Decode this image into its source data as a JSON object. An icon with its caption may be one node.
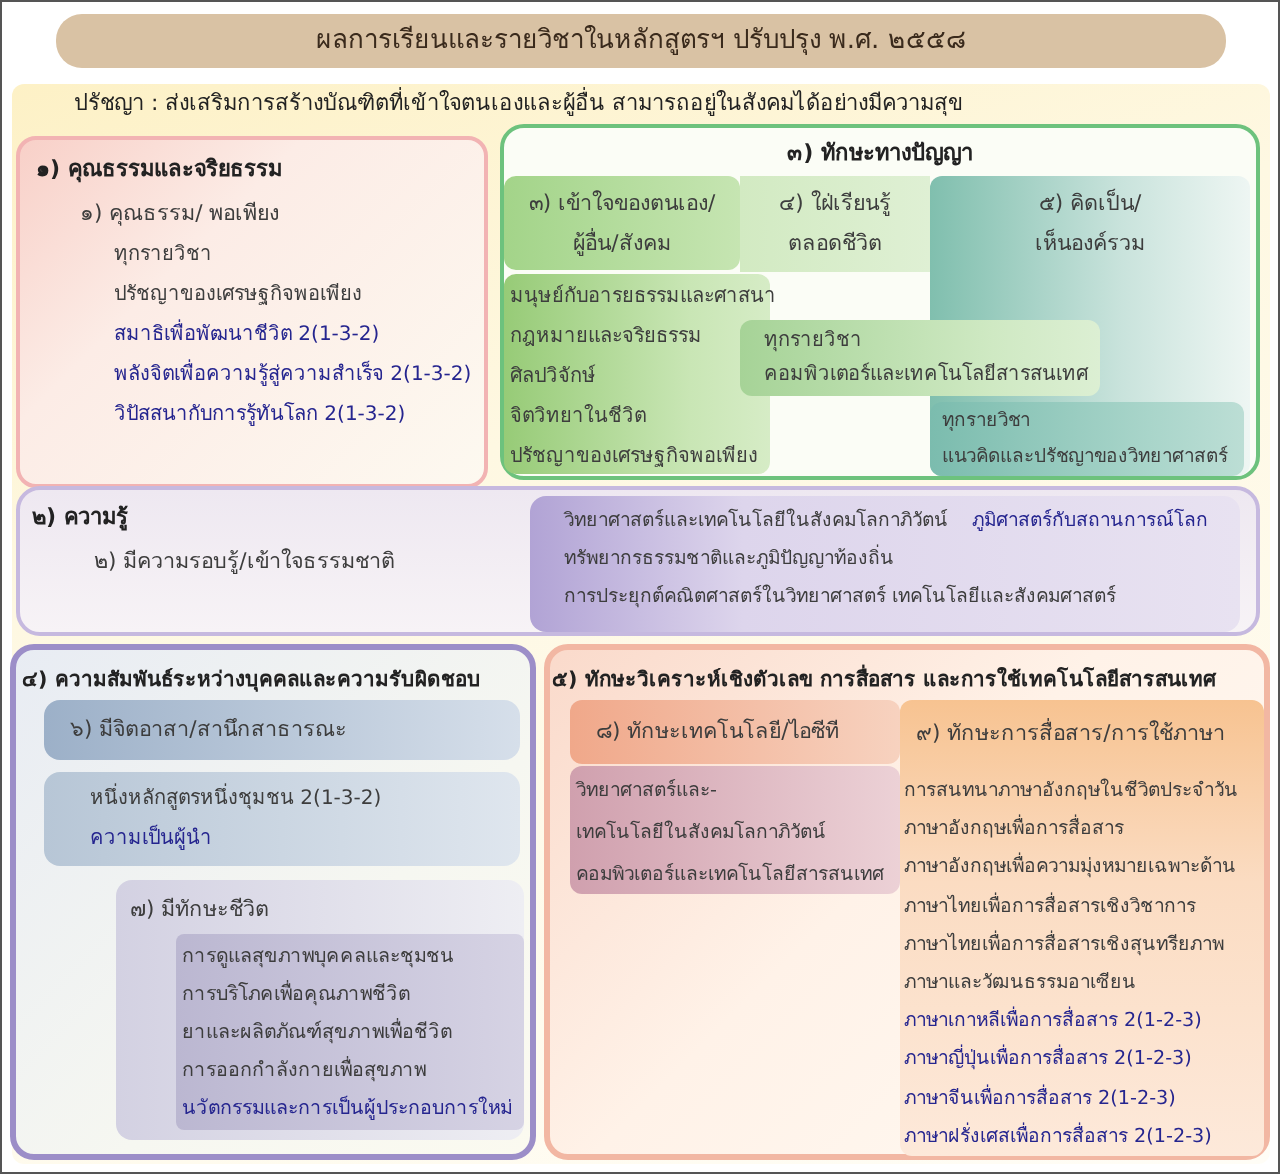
{
  "diagram": {
    "title": "ผลการเรียนและรายวิชาในหลักสูตรฯ ปรับปรุง พ.ศ. ๒๕๕๘",
    "nodes": [
      {
        "text": [
          "๑) คุณธรรมและจริยธรรม",
          "๑) คุณธรรม/ พอเพียง",
          "ทุกรายวิชา",
          "ปรัชญาของเศรษฐกิจพอเพียง",
          "สมาธิเพื่อพัฒนาชีวิต 2(1-3-2)",
          "พลังจิตเพื่อความรู้สู่ความสำเร็จ 2(1-3-2)",
          "วิปัสสนากับการรู้ทันโลก 2(1-3-2)"
        ]
      },
      {
        "text": [
          "๓) ทักษะทางปัญญา"
        ]
      },
      {
        "text": [
          "๓) เข้าใจของตนเอง/ ผู้อื่น/สังคม"
        ],
        "in": 1
      },
      {
        "text": [
          "๔) ใฝ่เรียนรู้ ตลอดชีวิต"
        ],
        "in": 1
      },
      {
        "text": [
          "๕) คิดเป็น/ เห็นองค์รวม"
        ],
        "in": 1
      },
      {
        "text": [
          "มนุษย์กับอารยธรรมและศาสนา",
          "กฎหมายและจริยธรรม",
          "ศิลปวิจักษ์",
          "จิตวิทยาในชีวิต",
          "ปรัชญาของเศรษฐกิจพอเพียง"
        ],
        "in": 1
      },
      {
        "text": [
          "ทุกรายวิชา",
          "คอมพิวเตอร์และเทคโนโลยีสารสนเทศ"
        ],
        "in": 1
      },
      {
        "text": [
          "ทุกรายวิชา",
          "แนวคิดและปรัชญาของวิทยาศาสตร์"
        ],
        "in": 4
      },
      {
        "text": [
          "๒) ความรู้",
          "๒) มีความรอบรู้/เข้าใจธรรมชาติ"
        ]
      },
      {
        "text": [
          "วิทยาศาสตร์และเทคโนโลยีในสังคมโลกาภิวัตน์",
          "ภูมิศาสตร์กับสถานการณ์โลก",
          "ทรัพยากรธรรมชาติและภูมิปัญญาท้องถิ่น",
          "การประยุกต์คณิตศาสตร์ในวิทยาศาสตร์ เทคโนโลยีและสังคมศาสตร์"
        ],
        "in": 8
      },
      {
        "text": [
          "๔) ความสัมพันธ์ระหว่างบุคคลและความรับผิดชอบ"
        ]
      },
      {
        "text": [
          "๖) มีจิตอาสา/สานึกสาธารณะ"
        ],
        "in": 10
      },
      {
        "text": [
          "หนึ่งหลักสูตรหนึ่งชุมชน 2(1-3-2)",
          "ความเป็นผู้นำ"
        ],
        "in": 10
      },
      {
        "text": [
          "๗) มีทักษะชีวิต"
        ],
        "in": 10
      },
      {
        "text": [
          "การดูแลสุขภาพบุคคลและชุมชน",
          "การบริโภคเพื่อคุณภาพชีวิต",
          "ยาและผลิตภัณฑ์สุขภาพเพื่อชีวิต",
          "การออกกำลังกายเพื่อสุขภาพ",
          "นวัตกรรมและการเป็นผู้ประกอบการใหม่"
        ],
        "in": 13
      },
      {
        "text": [
          "๕) ทักษะวิเคราะห์เชิงตัวเลข การสื่อสาร และการใช้เทคโนโลยีสารสนเทศ"
        ]
      },
      {
        "text": [
          "๘) ทักษะเทคโนโลยี/ไอซีที"
        ],
        "in": 15
      },
      {
        "text": [
          "วิทยาศาสตร์และ- เทคโนโลยีในสังคมโลกาภิวัตน์",
          "คอมพิวเตอร์และเทคโนโลยีสารสนเทศ"
        ],
        "in": 15
      },
      {
        "text": [
          "๙) ทักษะการสื่อสาร/การใช้ภาษา",
          "การสนทนาภาษาอังกฤษในชีวิตประจำวัน",
          "ภาษาอังกฤษเพื่อการสื่อสาร",
          "ภาษาอังกฤษเพื่อความมุ่งหมายเฉพาะด้าน",
          "ภาษาไทยเพื่อการสื่อสารเชิงวิชาการ",
          "ภาษาไทยเพื่อการสื่อสารเชิงสุนทรียภาพ",
          "ภาษาและวัฒนธรรมอาเซียน",
          "ภาษาเกาหลีเพื่อการสื่อสาร 2(1-2-3)",
          "ภาษาญี่ปุ่นเพื่อการสื่อสาร 2(1-2-3)",
          "ภาษาจีนเพื่อการสื่อสาร 2(1-2-3)",
          "ภาษาฝรั่งเศสเพื่อการสื่อสาร 2(1-2-3)"
        ],
        "in": 15
      }
    ],
    "labels": [
      "ปรัชญา : ส่งเสริมการสร้างบัณฑิตที่เข้าใจตนเองและผู้อื่น สามารถอยู่ในสังคมได้อย่างมีความสุข"
    ]
  }
}
